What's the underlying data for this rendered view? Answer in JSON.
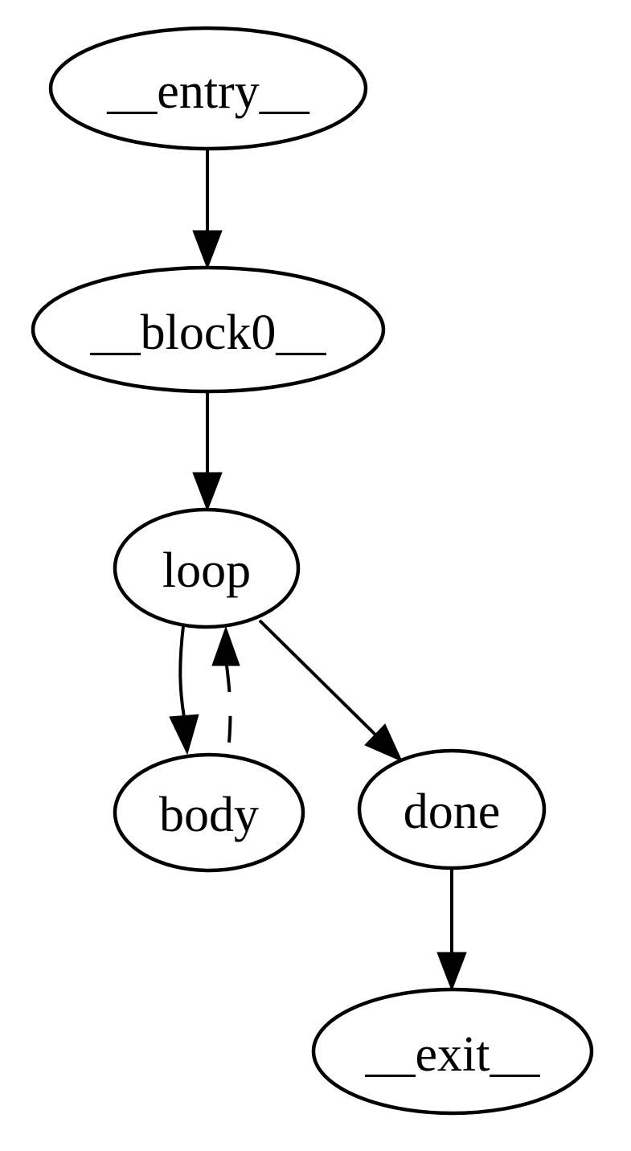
{
  "diagram": {
    "kind": "control-flow-graph",
    "colors": {
      "background": "#ffffff",
      "stroke": "#000000",
      "node_fill": "#ffffff"
    },
    "nodes": [
      {
        "id": "entry",
        "label": "__entry__",
        "shape": "ellipse"
      },
      {
        "id": "block0",
        "label": "__block0__",
        "shape": "ellipse"
      },
      {
        "id": "loop",
        "label": "loop",
        "shape": "ellipse"
      },
      {
        "id": "body",
        "label": "body",
        "shape": "ellipse"
      },
      {
        "id": "done",
        "label": "done",
        "shape": "ellipse"
      },
      {
        "id": "exit",
        "label": "__exit__",
        "shape": "ellipse"
      }
    ],
    "edges": [
      {
        "from": "entry",
        "to": "block0",
        "style": "solid",
        "arrow": "filled-triangle"
      },
      {
        "from": "block0",
        "to": "loop",
        "style": "solid",
        "arrow": "filled-triangle"
      },
      {
        "from": "loop",
        "to": "body",
        "style": "solid",
        "arrow": "filled-triangle"
      },
      {
        "from": "body",
        "to": "loop",
        "style": "dashed",
        "arrow": "filled-triangle"
      },
      {
        "from": "loop",
        "to": "done",
        "style": "solid",
        "arrow": "filled-triangle"
      },
      {
        "from": "done",
        "to": "exit",
        "style": "solid",
        "arrow": "filled-triangle"
      }
    ]
  }
}
